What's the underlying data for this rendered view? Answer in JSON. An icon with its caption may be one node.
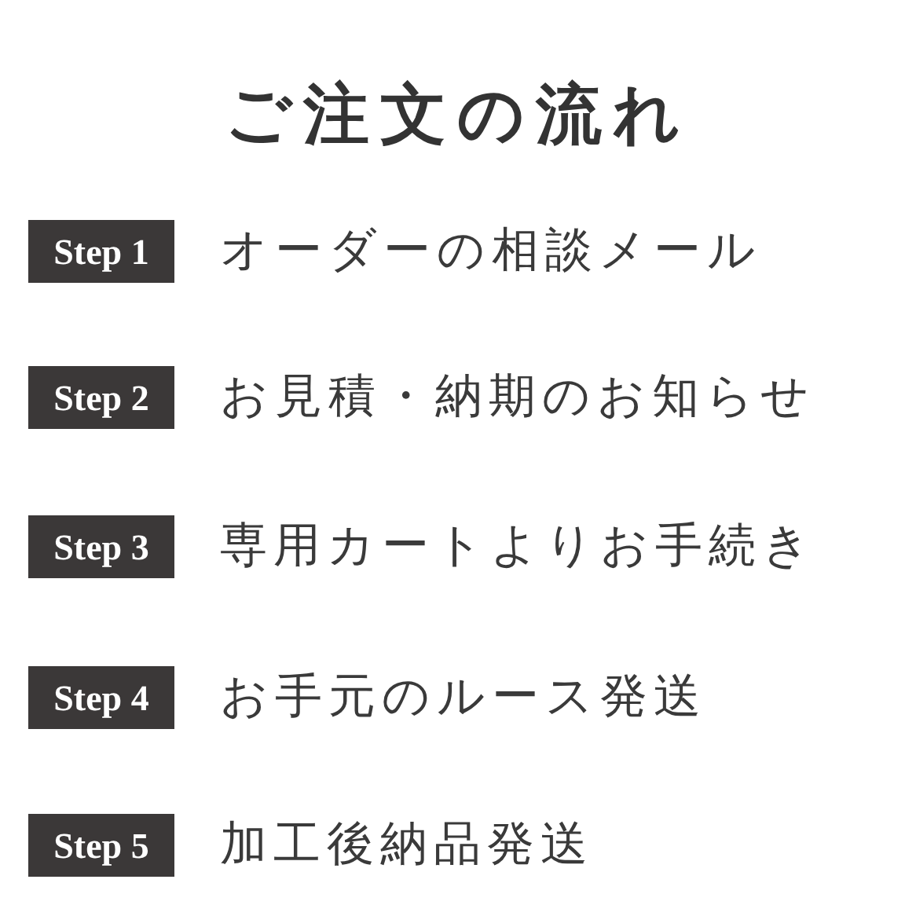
{
  "diagram": {
    "title": "ご注文の流れ",
    "nodes": [
      {
        "text": [
          "Step 1"
        ],
        "beside": [
          "オーダーの相談メール"
        ]
      },
      {
        "text": [
          "Step 2"
        ],
        "beside": [
          "お見積・納期のお知らせ"
        ]
      },
      {
        "text": [
          "Step 3"
        ],
        "beside": [
          "専用カートよりお手続き"
        ]
      },
      {
        "text": [
          "Step 4"
        ],
        "beside": [
          "お手元のルース発送"
        ]
      },
      {
        "text": [
          "Step 5"
        ],
        "beside": [
          "加工後納品発送"
        ]
      }
    ]
  }
}
